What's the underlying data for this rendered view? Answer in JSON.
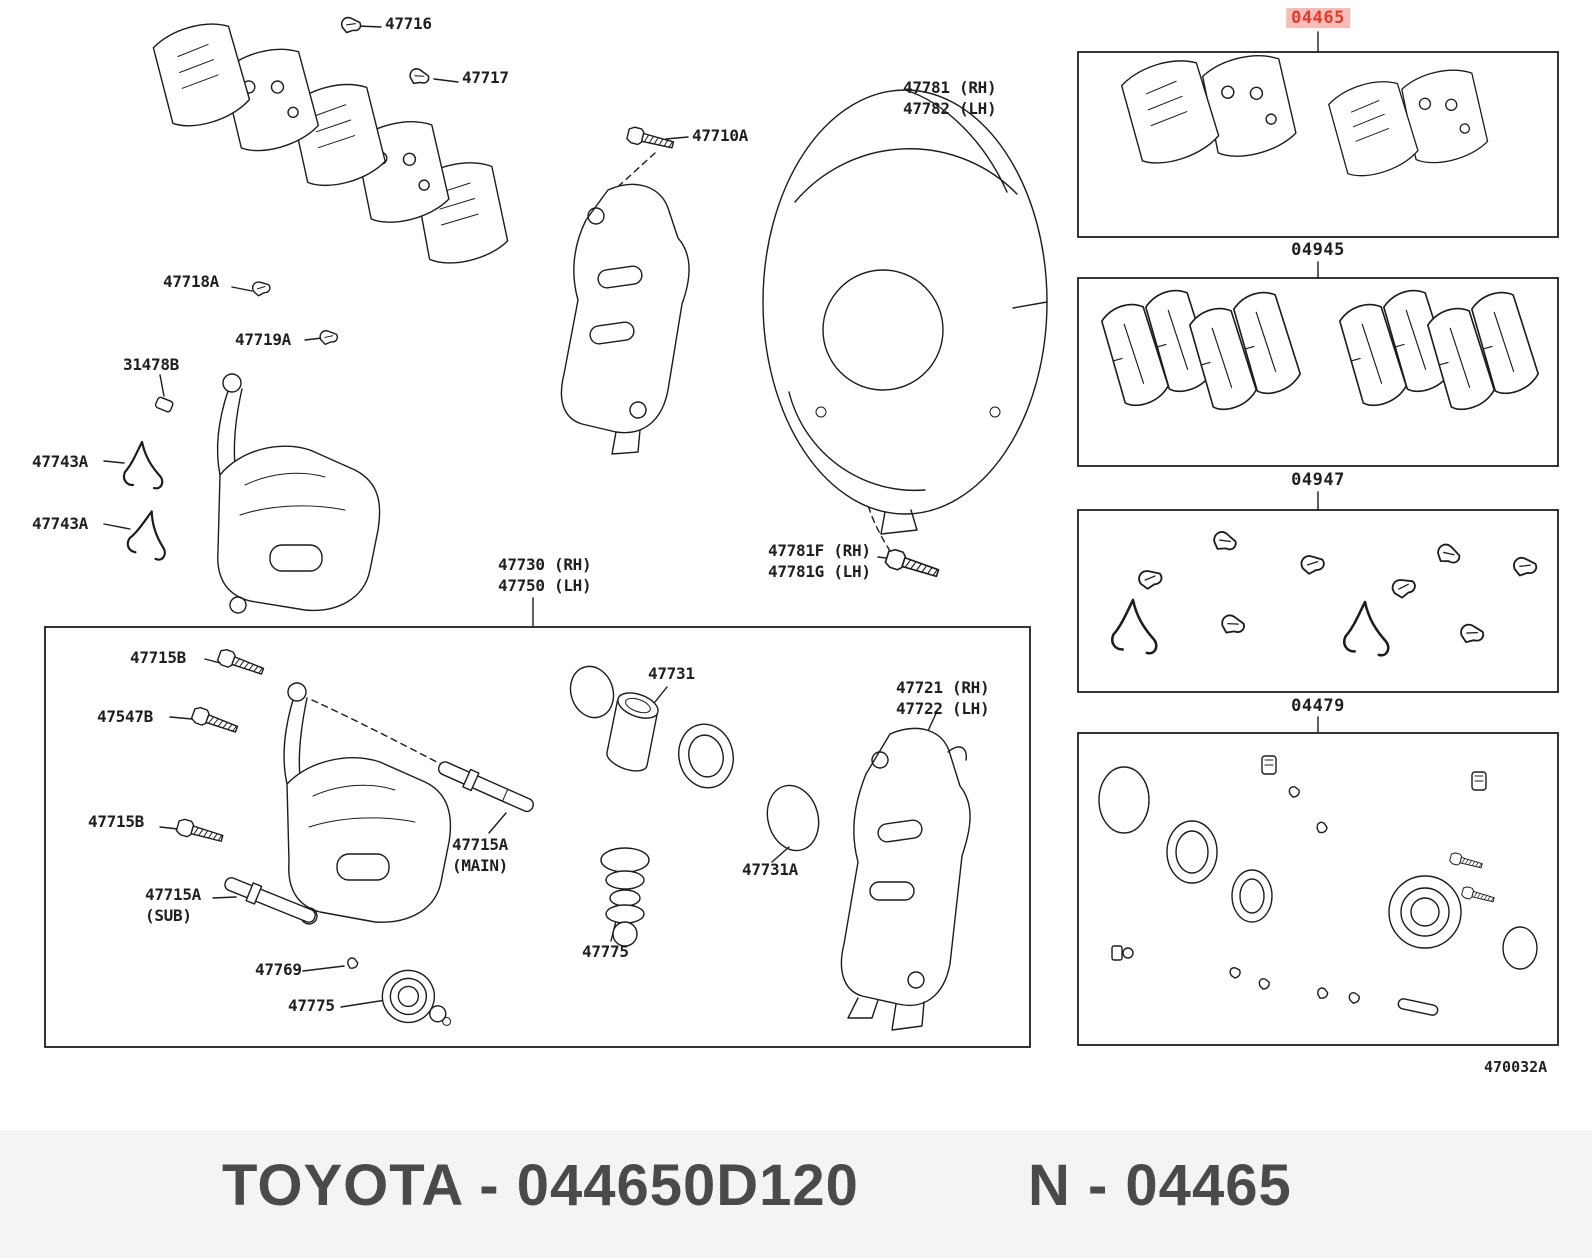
{
  "banner": {
    "left": "TOYOTA - 044650D120",
    "right": "N - 04465"
  },
  "footer_code": "470032A",
  "colors": {
    "highlight_text": "#e23a2e",
    "highlight_bg": "#f7bdb6",
    "line_art": "#1c1c1c",
    "banner_text": "#4a4a4a"
  },
  "kits": [
    {
      "id": "04465",
      "highlighted": true
    },
    {
      "id": "04945",
      "highlighted": false
    },
    {
      "id": "04947",
      "highlighted": false
    },
    {
      "id": "04479",
      "highlighted": false
    }
  ],
  "part_labels": [
    {
      "text": "47716"
    },
    {
      "text": "47717"
    },
    {
      "text": "47718A"
    },
    {
      "text": "47719A"
    },
    {
      "text": "31478B"
    },
    {
      "text": "47743A"
    },
    {
      "text": "47743A"
    },
    {
      "text": "47710A"
    },
    {
      "text": "47781 (RH)\n47782 (LH)"
    },
    {
      "text": "47781F (RH)\n47781G (LH)"
    },
    {
      "text": "47730 (RH)\n47750 (LH)"
    },
    {
      "text": "47715B"
    },
    {
      "text": "47547B"
    },
    {
      "text": "47715B"
    },
    {
      "text": "47715A\n(SUB)"
    },
    {
      "text": "47769"
    },
    {
      "text": "47775"
    },
    {
      "text": "47731"
    },
    {
      "text": "47715A\n(MAIN)"
    },
    {
      "text": "47775"
    },
    {
      "text": "47731A"
    },
    {
      "text": "47721 (RH)\n47722 (LH)"
    }
  ]
}
